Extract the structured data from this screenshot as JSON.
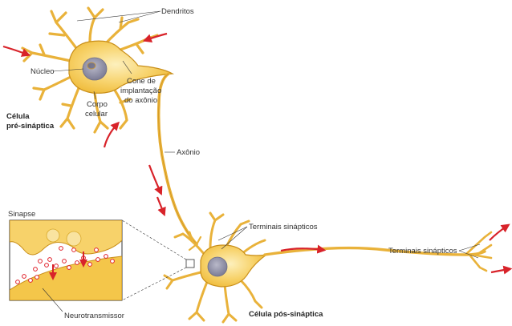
{
  "labels": {
    "dendritos": "Dendritos",
    "nucleo": "Núcleo",
    "cone_line1": "Cone de",
    "cone_line2": "implantação",
    "cone_line3": "do axônio",
    "corpo_line1": "Corpo",
    "corpo_line2": "celular",
    "pre_line1": "Célula",
    "pre_line2": "pré-sináptica",
    "axonio": "Axônio",
    "sinapse": "Sinapse",
    "terminais_1": "Terminais sinápticos",
    "terminais_2": "Terminais sinápticos",
    "neurotransmissor": "Neurotransmissor",
    "pos": "Célula pós-sináptica"
  },
  "colors": {
    "cell_fill": "#f4c64a",
    "cell_light": "#fbe7a0",
    "outline": "#c98f1a",
    "nucleus": "#8f8fa8",
    "arrow": "#d8232a",
    "vesicle": "#e0202a"
  }
}
